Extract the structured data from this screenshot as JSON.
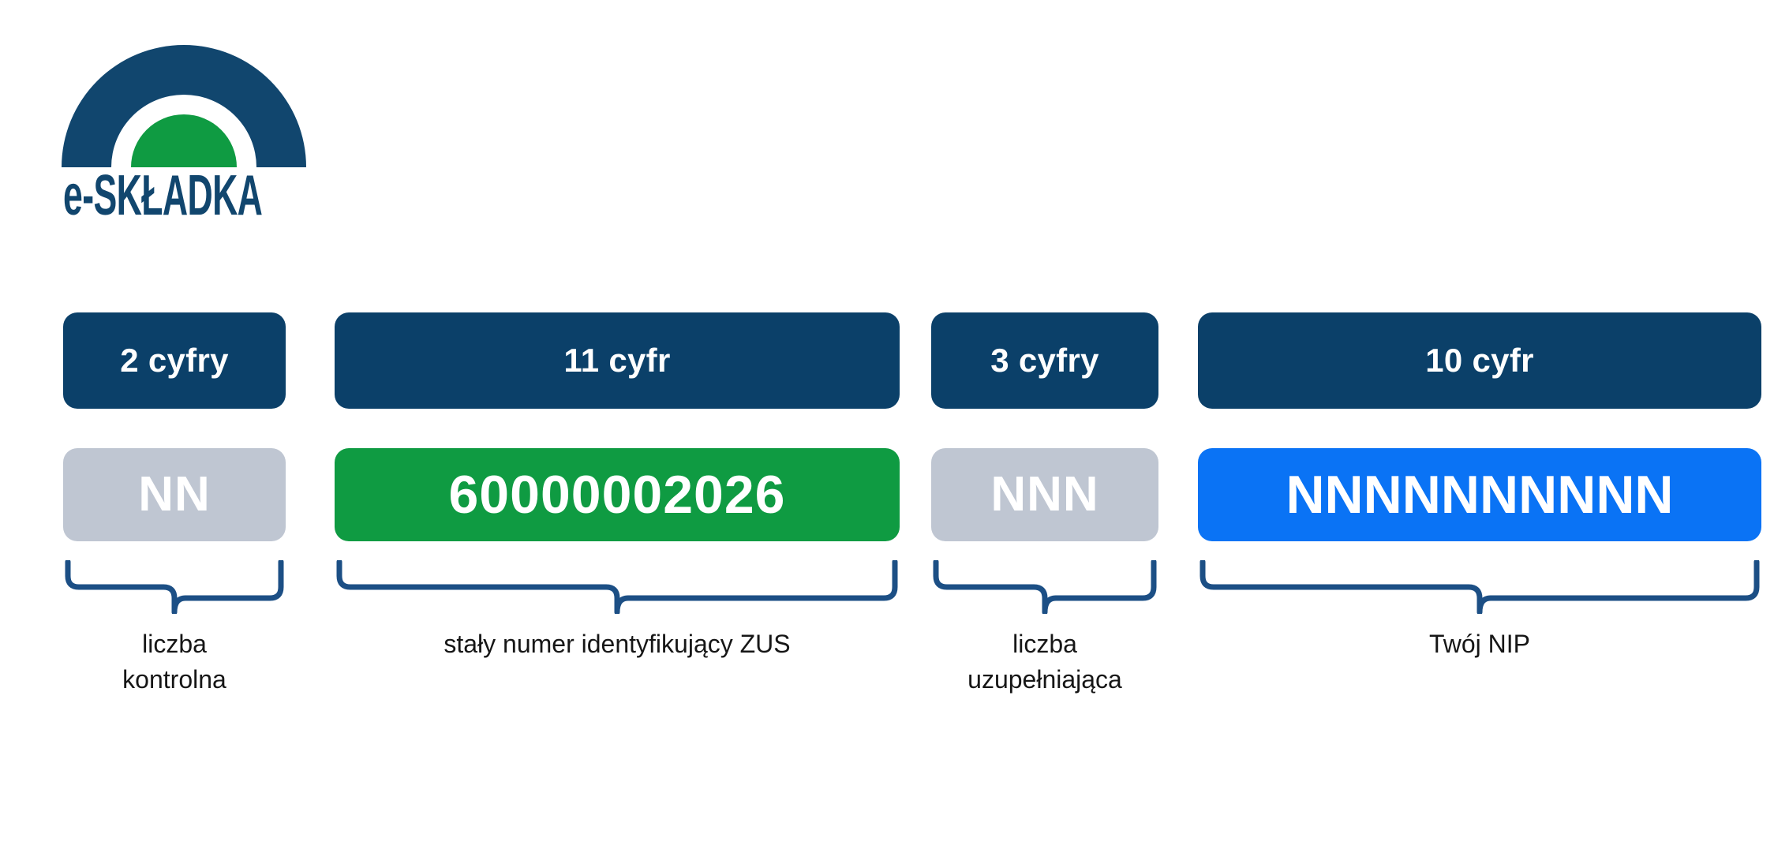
{
  "logo": {
    "name": "e-SKŁADKA",
    "wordmark": "e-SKŁADKA",
    "arc_color": "#11466e",
    "dome_color": "#0f9b42",
    "text_color": "#11466e"
  },
  "colors": {
    "navy": "#0b4069",
    "gray": "#bfc6d2",
    "green": "#0f9b42",
    "blue": "#0a73f5",
    "brace": "#1c4f85",
    "caption_text": "#161616",
    "background": "#ffffff"
  },
  "segments": [
    {
      "count_label": "2 cyfry",
      "value": "NN",
      "value_style": "gray",
      "caption_lines": [
        "liczba",
        "kontrolna"
      ]
    },
    {
      "count_label": "11 cyfr",
      "value": "60000002026",
      "value_style": "green",
      "caption_lines": [
        "stały numer identyfikujący ZUS"
      ]
    },
    {
      "count_label": "3 cyfry",
      "value": "NNN",
      "value_style": "gray",
      "caption_lines": [
        "liczba",
        "uzupełniająca"
      ]
    },
    {
      "count_label": "10 cyfr",
      "value": "NNNNNNNNNN",
      "value_style": "blue",
      "caption_lines": [
        "Twój NIP"
      ]
    }
  ]
}
